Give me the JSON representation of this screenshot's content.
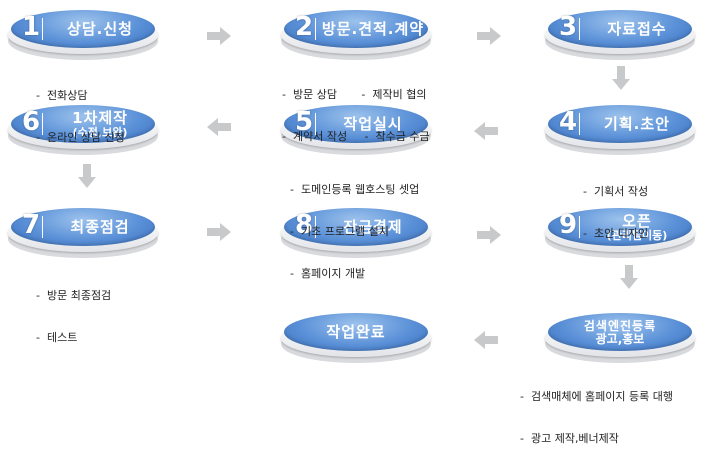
{
  "steps": [
    {
      "num": "1",
      "title": "상담.신청"
    },
    {
      "num": "2",
      "title": "방문.견적.계약"
    },
    {
      "num": "3",
      "title": "자료접수"
    },
    {
      "num": "4",
      "title": "기획.초안"
    },
    {
      "num": "5",
      "title": "작업실시"
    },
    {
      "num": "6",
      "title": "1차제작",
      "sub": "(수정,보완)"
    },
    {
      "num": "7",
      "title": "최종점검"
    },
    {
      "num": "8",
      "title": "잔금결제"
    },
    {
      "num": "9",
      "title": "오픈",
      "sub": "(관리팀이동)"
    },
    {
      "num": "",
      "title": "검색엔진등록",
      "sub": "광고,홍보"
    },
    {
      "num": "",
      "title": "작업완료"
    }
  ],
  "bullets": {
    "s1": [
      "-  전화상담",
      "-  온라인 상담 신청"
    ],
    "s2": [
      "-  방문 상담       -  제작비 협의",
      "-  계약서 작성     -  착수금 수금"
    ],
    "s4": [
      "-  기획서 작성",
      "-  초안 디자인"
    ],
    "s5": [
      "-  도메인등록 웹호스팅 셋업",
      "-  기초 프로그램 설치",
      "-  홈페이지 개발"
    ],
    "s7": [
      "-  방문 최종점검",
      "-  테스트"
    ],
    "s10": [
      "-  검색매체에 홈페이지 등록 대행",
      "-  광고 제작,베너제작"
    ]
  }
}
